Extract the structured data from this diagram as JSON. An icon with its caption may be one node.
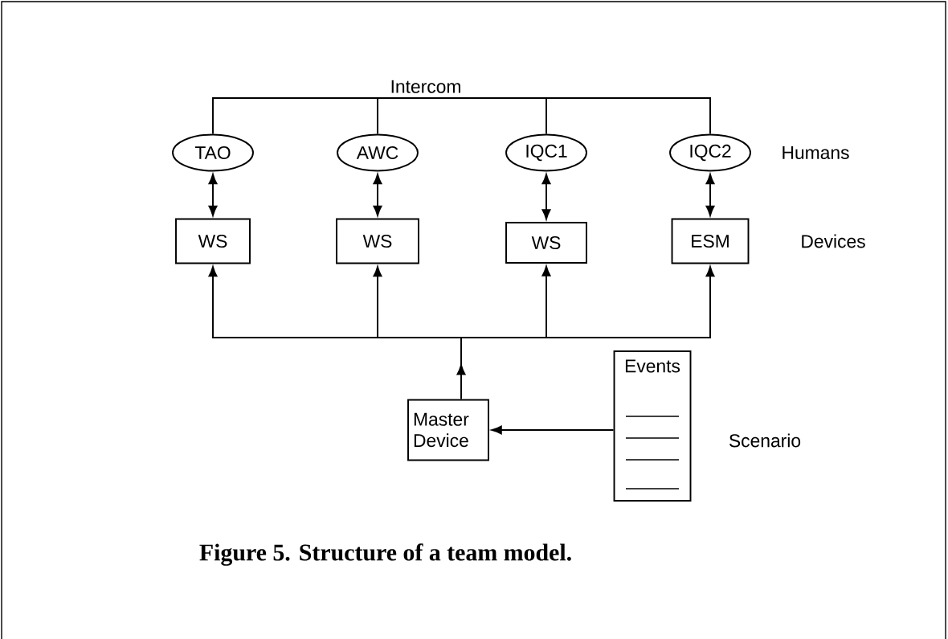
{
  "diagram": {
    "caption": "Figure 5. Structure of a team model.",
    "nodes": [
      {
        "text": [
          "Intercom"
        ]
      },
      {
        "text": [
          "TAO"
        ]
      },
      {
        "text": [
          "AWC"
        ]
      },
      {
        "text": [
          "IQC1"
        ]
      },
      {
        "text": [
          "IQC2"
        ]
      },
      {
        "text": [
          "WS"
        ]
      },
      {
        "text": [
          "WS"
        ]
      },
      {
        "text": [
          "WS"
        ]
      },
      {
        "text": [
          "ESM"
        ]
      },
      {
        "text": [
          "Master Device"
        ]
      },
      {
        "text": [
          "Events"
        ]
      }
    ],
    "edges": [
      {
        "from": 1,
        "to": 0,
        "arrow": "none"
      },
      {
        "from": 2,
        "to": 0,
        "arrow": "none"
      },
      {
        "from": 3,
        "to": 0,
        "arrow": "none"
      },
      {
        "from": 4,
        "to": 0,
        "arrow": "none"
      },
      {
        "from": 1,
        "to": 5,
        "arrow": "both"
      },
      {
        "from": 2,
        "to": 6,
        "arrow": "both"
      },
      {
        "from": 3,
        "to": 7,
        "arrow": "both"
      },
      {
        "from": 4,
        "to": 8,
        "arrow": "both"
      },
      {
        "from": 9,
        "to": 5,
        "arrow": "to"
      },
      {
        "from": 9,
        "to": 6,
        "arrow": "to"
      },
      {
        "from": 9,
        "to": 7,
        "arrow": "to"
      },
      {
        "from": 9,
        "to": 8,
        "arrow": "to"
      },
      {
        "from": 10,
        "to": 9,
        "arrow": "to"
      }
    ],
    "labels": [
      "Humans",
      "Devices",
      "Scenario"
    ]
  }
}
